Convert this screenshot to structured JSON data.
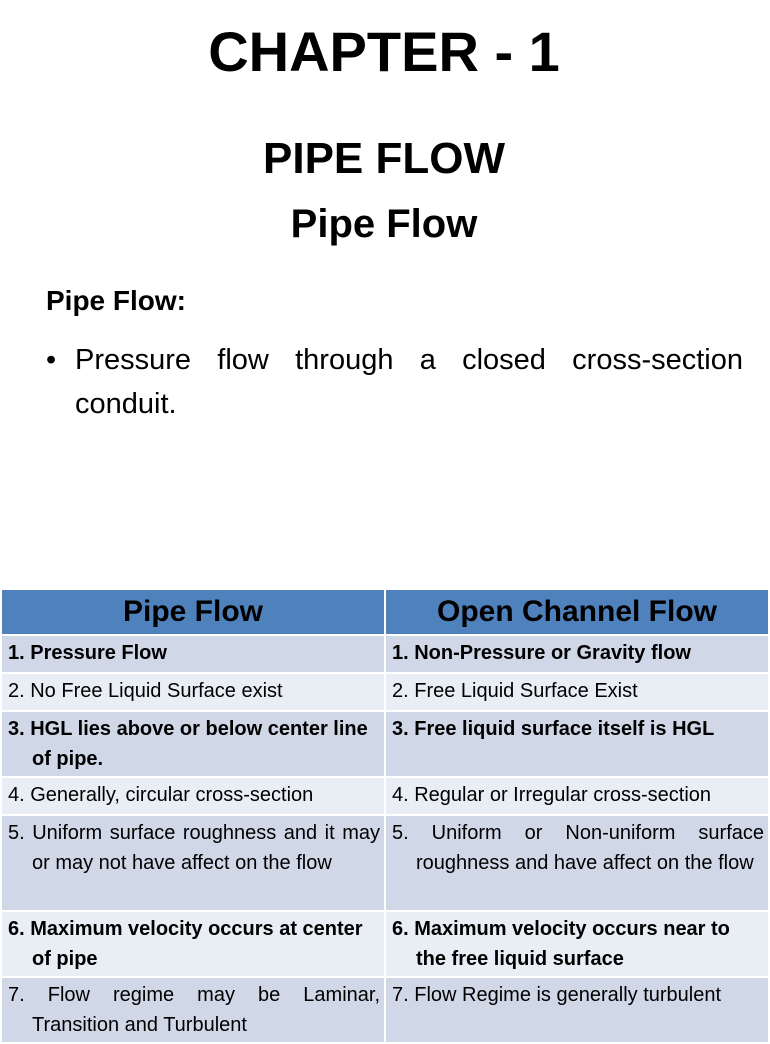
{
  "slide": {
    "chapter": "CHAPTER - 1",
    "title_upper": "PIPE FLOW",
    "title_mixed": "Pipe Flow",
    "section_heading": "Pipe Flow:",
    "bullet_symbol": "•",
    "bullet_text": "Pressure flow through a closed cross-section conduit."
  },
  "table": {
    "headers": [
      "Pipe Flow",
      "Open Channel Flow"
    ],
    "rows": [
      [
        "1. Pressure Flow",
        "1. Non-Pressure or Gravity flow"
      ],
      [
        "2. No Free Liquid Surface exist",
        "2. Free Liquid Surface Exist"
      ],
      [
        "3. HGL lies above or below center line of pipe.",
        "3. Free liquid surface itself is HGL"
      ],
      [
        "4. Generally, circular cross-section",
        "4. Regular or Irregular cross-section"
      ],
      [
        "5. Uniform surface roughness and it may or may not have affect on the flow",
        "5. Uniform or Non-uniform surface roughness and have affect on the flow"
      ],
      [
        "6. Maximum velocity occurs at center of pipe",
        "6. Maximum velocity occurs near to the free liquid surface"
      ],
      [
        "7. Flow regime may be Laminar, Transition and Turbulent",
        "7. Flow Regime is generally turbulent"
      ]
    ]
  },
  "colors": {
    "header_fill": "#4f81bd",
    "row_fill_dark": "#d0d8e8",
    "row_fill_light": "#e9edf4"
  }
}
